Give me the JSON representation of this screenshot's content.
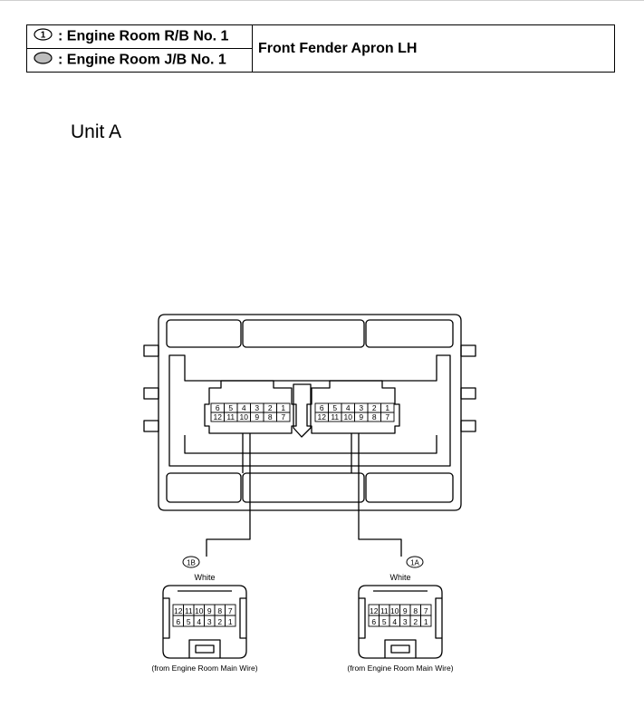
{
  "legend": {
    "rows": [
      {
        "symbol": "1",
        "label": ": Engine Room R/B No. 1"
      },
      {
        "symbol": "",
        "label": ": Engine Room J/B No. 1"
      }
    ],
    "location": "Front Fender Apron LH"
  },
  "unit_label": "Unit A",
  "block": {
    "left_socket": {
      "top_row": [
        "6",
        "5",
        "4",
        "3",
        "2",
        "1"
      ],
      "bottom_row": [
        "12",
        "11",
        "10",
        "9",
        "8",
        "7"
      ]
    },
    "right_socket": {
      "top_row": [
        "6",
        "5",
        "4",
        "3",
        "2",
        "1"
      ],
      "bottom_row": [
        "12",
        "11",
        "10",
        "9",
        "8",
        "7"
      ]
    }
  },
  "connectors": [
    {
      "code": "1B",
      "color": "White",
      "top_row": [
        "12",
        "11",
        "10",
        "9",
        "8",
        "7"
      ],
      "bottom_row": [
        "6",
        "5",
        "4",
        "3",
        "2",
        "1"
      ],
      "source": "(from Engine Room Main Wire)"
    },
    {
      "code": "1A",
      "color": "White",
      "top_row": [
        "12",
        "11",
        "10",
        "9",
        "8",
        "7"
      ],
      "bottom_row": [
        "6",
        "5",
        "4",
        "3",
        "2",
        "1"
      ],
      "source": "(from Engine Room Main Wire)"
    }
  ]
}
